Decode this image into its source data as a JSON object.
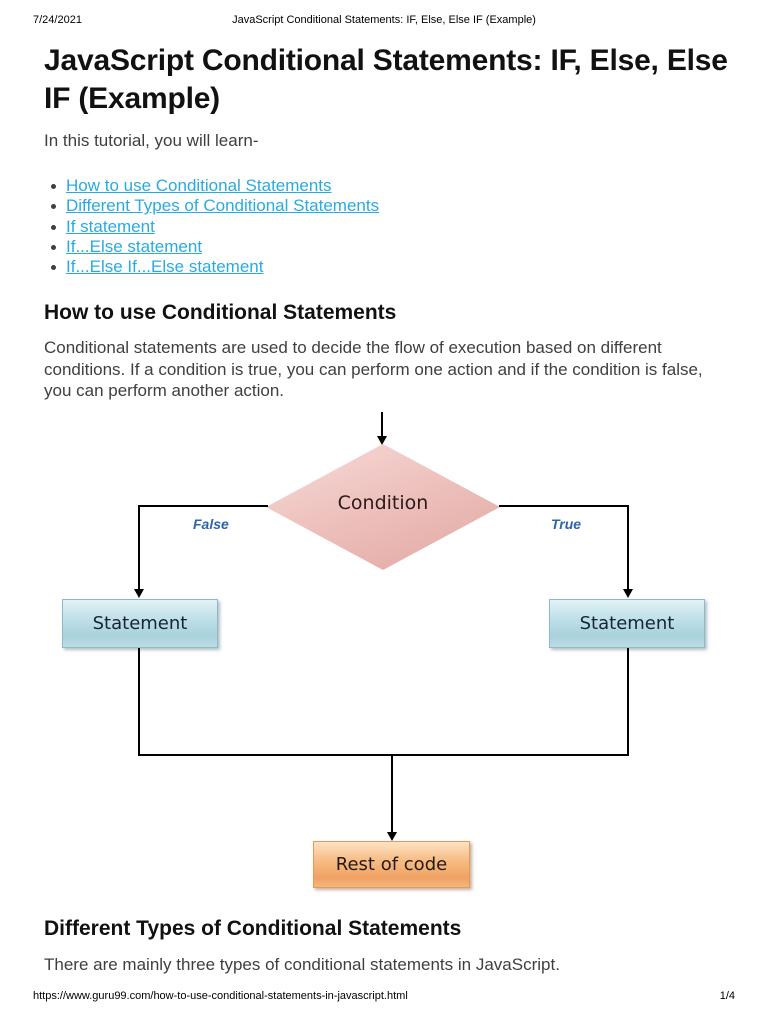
{
  "header": {
    "date": "7/24/2021",
    "doc_title": "JavaScript Conditional Statements: IF, Else, Else IF (Example)"
  },
  "article": {
    "title": "JavaScript Conditional Statements: IF, Else, Else IF (Example)",
    "intro": "In this tutorial, you will learn-",
    "toc_links": [
      {
        "label": "How to use Conditional Statements"
      },
      {
        "label": "Different Types of Conditional Statements"
      },
      {
        "label": "If statement"
      },
      {
        "label": "If...Else statement"
      },
      {
        "label": "If...Else If...Else statement"
      }
    ],
    "sections": [
      {
        "heading": "How to use Conditional Statements",
        "body": "Conditional statements are used to decide the flow of execution based on different conditions. If a condition is true, you can perform one action and if the condition is false, you can perform another action."
      },
      {
        "heading": "Different Types of Conditional Statements",
        "body": "There are mainly three types of conditional statements in JavaScript."
      }
    ]
  },
  "diagram": {
    "type": "flowchart",
    "condition_label": "Condition",
    "false_label": "False",
    "true_label": "True",
    "statement_left_label": "Statement",
    "statement_right_label": "Statement",
    "rest_label": "Rest of code",
    "colors": {
      "diamond_fill": "#eab8b4",
      "statement_box_fill": "#b9dde8",
      "rest_box_fill": "#f5ab6b",
      "branch_label": "#2e64ad",
      "line": "#000000"
    }
  },
  "footer": {
    "url": "https://www.guru99.com/how-to-use-conditional-statements-in-javascript.html",
    "page": "1/4"
  },
  "colors": {
    "link": "#29abe2",
    "body_text": "#3f3f3f",
    "heading_text": "#111111"
  }
}
